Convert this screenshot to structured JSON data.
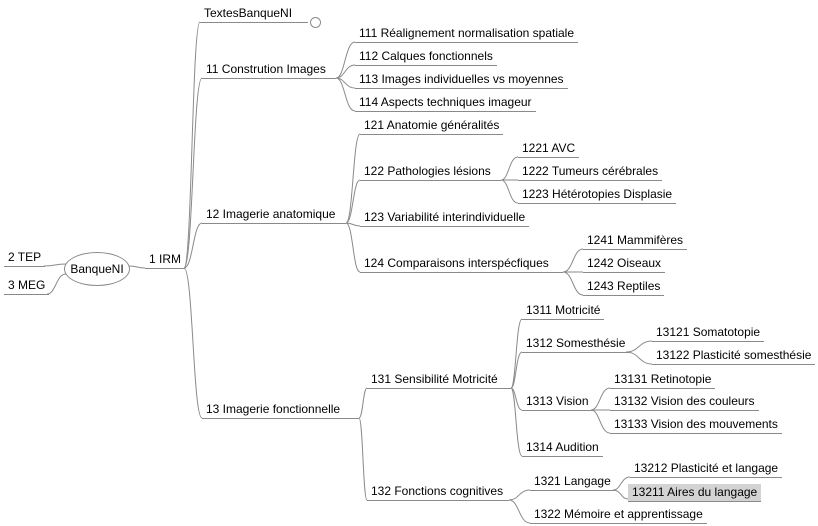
{
  "colors": {
    "canvas_bg": "#ffffff",
    "edge_color": "#8a8a8a",
    "selected_bg": "#d3d3d3"
  },
  "mindmap": {
    "root": {
      "label": "BanqueNI"
    },
    "left": [
      {
        "label": "2 TEP"
      },
      {
        "label": "3 MEG"
      }
    ],
    "right": [
      {
        "label": "1 IRM",
        "children": [
          {
            "label": "TextesBanqueNI",
            "collapsed": true
          },
          {
            "label": "11 Constrution Images",
            "children": [
              {
                "label": "111 Réalignement normalisation spatiale"
              },
              {
                "label": "112 Calques fonctionnels"
              },
              {
                "label": "113 Images individuelles vs moyennes"
              },
              {
                "label": "114 Aspects techniques imageur"
              }
            ]
          },
          {
            "label": "12 Imagerie anatomique",
            "children": [
              {
                "label": "121 Anatomie généralités"
              },
              {
                "label": "122 Pathologies lésions",
                "children": [
                  {
                    "label": "1221 AVC"
                  },
                  {
                    "label": "1222 Tumeurs cérébrales"
                  },
                  {
                    "label": "1223 Hétérotopies Displasie"
                  }
                ]
              },
              {
                "label": "123 Variabilité interindividuelle"
              },
              {
                "label": "124 Comparaisons interspécfiques",
                "children": [
                  {
                    "label": "1241 Mammifères"
                  },
                  {
                    "label": "1242 Oiseaux"
                  },
                  {
                    "label": "1243 Reptiles"
                  }
                ]
              }
            ]
          },
          {
            "label": "13 Imagerie fonctionnelle",
            "children": [
              {
                "label": "131 Sensibilité Motricité",
                "children": [
                  {
                    "label": "1311 Motricité"
                  },
                  {
                    "label": "1312 Somesthésie",
                    "children": [
                      {
                        "label": "13121 Somatotopie"
                      },
                      {
                        "label": "13122 Plasticité somesthésie"
                      }
                    ]
                  },
                  {
                    "label": "1313 Vision",
                    "children": [
                      {
                        "label": "13131 Retinotopie"
                      },
                      {
                        "label": "13132 Vision des couleurs"
                      },
                      {
                        "label": "13133 Vision des mouvements"
                      }
                    ]
                  },
                  {
                    "label": "1314 Audition"
                  }
                ]
              },
              {
                "label": "132 Fonctions cognitives",
                "children": [
                  {
                    "label": "1321 Langage",
                    "children": [
                      {
                        "label": "13212 Plasticité et langage"
                      },
                      {
                        "label": "13211 Aires du langage",
                        "selected": true
                      }
                    ]
                  },
                  {
                    "label": "1322 Mémoire et apprentissage"
                  }
                ]
              }
            ]
          }
        ]
      }
    ]
  }
}
